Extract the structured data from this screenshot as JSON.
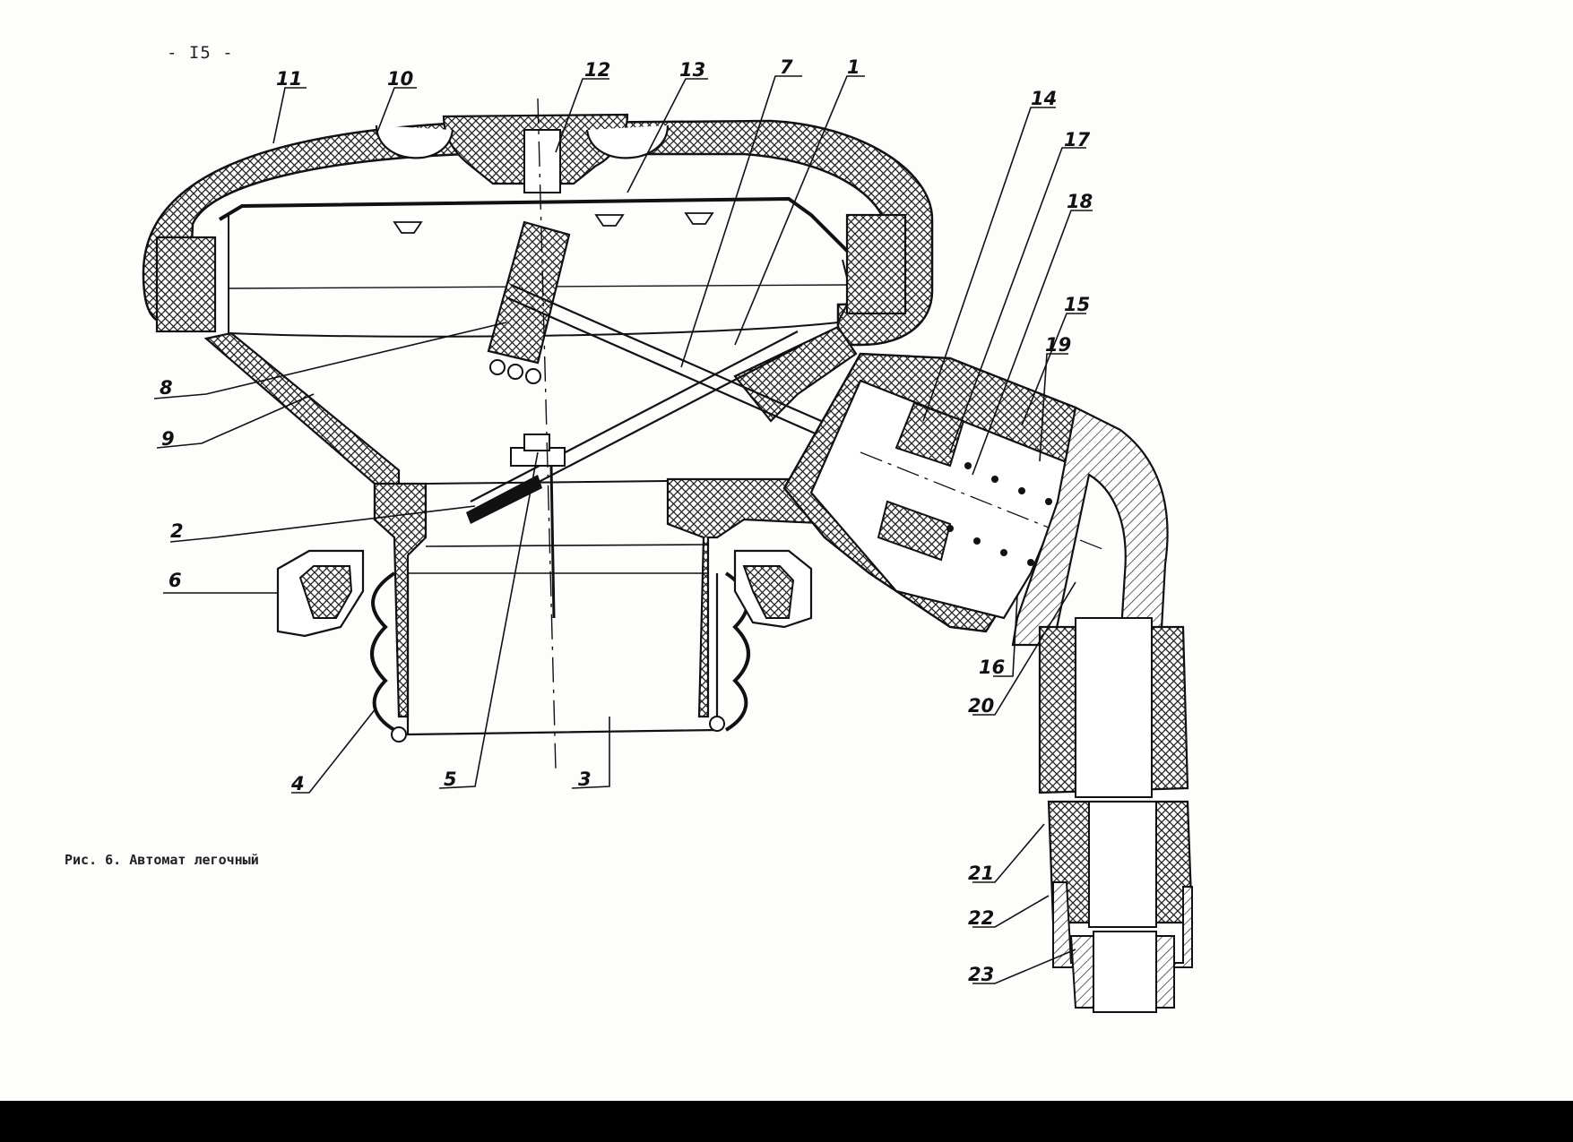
{
  "document": {
    "page_number": "- I5 -",
    "caption": "Рис. 6. Автомат легочный"
  },
  "diagram": {
    "callouts": [
      {
        "label": "1"
      },
      {
        "label": "2"
      },
      {
        "label": "3"
      },
      {
        "label": "4"
      },
      {
        "label": "5"
      },
      {
        "label": "6"
      },
      {
        "label": "7"
      },
      {
        "label": "8"
      },
      {
        "label": "9"
      },
      {
        "label": "10"
      },
      {
        "label": "11"
      },
      {
        "label": "12"
      },
      {
        "label": "13"
      },
      {
        "label": "14"
      },
      {
        "label": "15"
      },
      {
        "label": "16"
      },
      {
        "label": "17"
      },
      {
        "label": "18"
      },
      {
        "label": "19"
      },
      {
        "label": "20"
      },
      {
        "label": "21"
      },
      {
        "label": "22"
      },
      {
        "label": "23"
      }
    ]
  }
}
